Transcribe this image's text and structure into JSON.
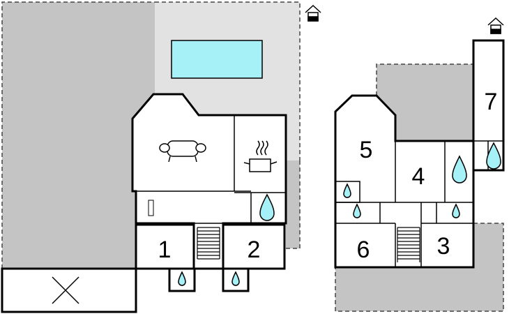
{
  "rooms": {
    "r1": "1",
    "r2": "2",
    "r3": "3",
    "r4": "4",
    "r5": "5",
    "r6": "6",
    "r7": "7"
  },
  "icons": {
    "water": "water-drop-icon",
    "house": "house-icon",
    "sofa": "sofa-icon",
    "pot": "cooking-pot-icon",
    "stairs": "stairs-icon",
    "pool": "swimming-pool-icon",
    "terrace": "terrace-x-icon"
  },
  "colors": {
    "grey_area": "#c4c4c4",
    "light_grey_area": "#e2e2e2",
    "pool": "#a6f1f7",
    "water": "#a6f1f7",
    "wall": "#000000"
  }
}
